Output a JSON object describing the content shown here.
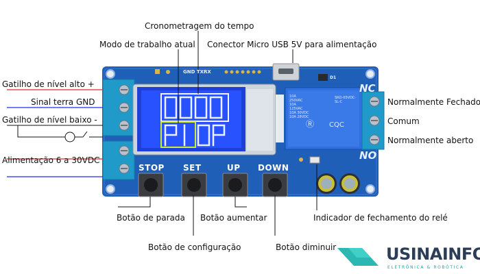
{
  "labels": {
    "timing": "Cronometragem do tempo",
    "mode": "Modo de trabalho atual",
    "usb": "Conector Micro USB 5V para alimentação",
    "high_trigger": "Gatilho de nível alto +",
    "gnd": "Sinal terra GND",
    "low_trigger": "Gatilho de nível baixo -",
    "power": "Alimentação 6 a 30VDC",
    "nc": "Normalmente Fechado",
    "com": "Comum",
    "no": "Normalmente aberto",
    "stop_button": "Botão de parada",
    "up_button": "Botão aumentar",
    "relay_indicator": "Indicador de fechamento do relé",
    "set_button": "Botão de configuração",
    "down_button": "Botão diminuir"
  },
  "board": {
    "buttons": [
      "STOP",
      "SET",
      "UP",
      "DOWN"
    ],
    "header_pins": "GND TXRX",
    "nc_mark": "NC",
    "no_mark": "NO",
    "display_top": "0000",
    "display_bottom_1": "P1",
    "display_bottom_2": "OP",
    "d1": "D1",
    "relay_text_1": "10A 250VAC 10A 125VAC 10A 30VDC 10A 28VDC",
    "relay_text_2": "SRD-05VDC-SL-C"
  },
  "logo": {
    "name": "USINAINFO",
    "tagline": "ELETRÔNICA & ROBÓTICA"
  }
}
